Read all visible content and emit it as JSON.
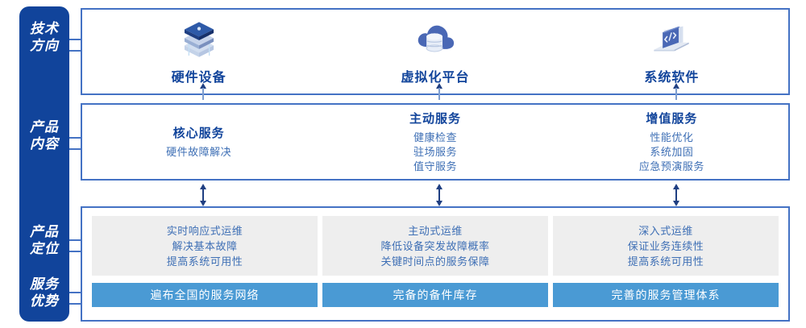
{
  "sidebar": {
    "items": [
      {
        "id": "tech-direction",
        "lines": [
          "技术",
          "方向"
        ]
      },
      {
        "id": "product-content",
        "lines": [
          "产品",
          "内容"
        ]
      },
      {
        "id": "product-position",
        "lines": [
          "产品",
          "定位"
        ]
      },
      {
        "id": "service-advantage",
        "lines": [
          "服务",
          "优势"
        ]
      }
    ],
    "bg_color": "#11449B",
    "text_color": "#FFFFFF"
  },
  "tech_row": {
    "columns": [
      {
        "icon": "server-stack-icon",
        "label": "硬件设备"
      },
      {
        "icon": "cloud-database-icon",
        "label": "虚拟化平台"
      },
      {
        "icon": "laptop-code-icon",
        "label": "系统软件"
      }
    ]
  },
  "content_row": {
    "columns": [
      {
        "title": "核心服务",
        "items": [
          "硬件故障解决"
        ]
      },
      {
        "title": "主动服务",
        "items": [
          "健康检查",
          "驻场服务",
          "值守服务"
        ]
      },
      {
        "title": "增值服务",
        "items": [
          "性能优化",
          "系统加固",
          "应急预演服务"
        ]
      }
    ]
  },
  "bottom_row": {
    "columns": [
      {
        "position_lines": [
          "实时响应式运维",
          "解决基本故障",
          "提高系统可用性"
        ],
        "advantage": "遍布全国的服务网络"
      },
      {
        "position_lines": [
          "主动式运维",
          "降低设备突发故障概率",
          "关键时间点的服务保障"
        ],
        "advantage": "完备的备件库存"
      },
      {
        "position_lines": [
          "深入式运维",
          "保证业务连续性",
          "提高系统可用性"
        ],
        "advantage": "完善的服务管理体系"
      }
    ]
  },
  "colors": {
    "navy": "#11449B",
    "line_blue": "#4472C4",
    "text_blue": "#3E6FB5",
    "bar_blue": "#4A9AD4",
    "card_gray": "#EEEEEE"
  },
  "arrows": {
    "single_up": "arrow-up-icon",
    "double_vertical": "arrow-up-down-icon"
  }
}
